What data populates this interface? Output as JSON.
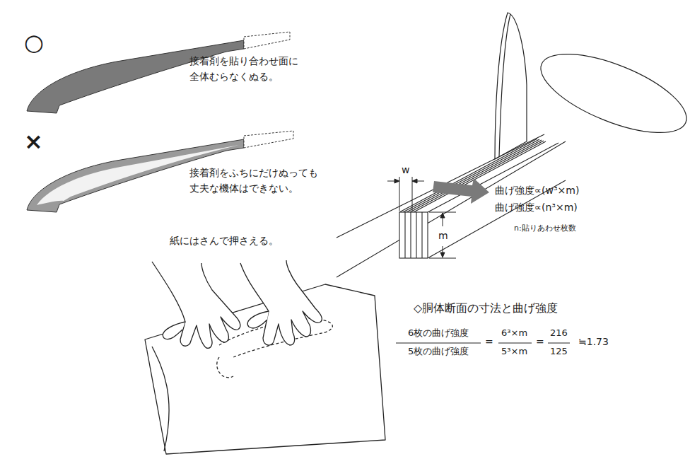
{
  "diagram": {
    "labels": [
      "○",
      "接着剤を貼り合わせ面に 全体むらなくぬる。",
      "×",
      "接着剤をふちにだけぬっても 丈夫な機体はできない。",
      "紙にはさんで押さえる。",
      "w",
      "m",
      "曲げ強度∝(w³×m)",
      "曲げ強度∝(n³×m)",
      "n:貼りあわせ枚数",
      "◇胴体断面の寸法と曲げ強度",
      "6枚の曲げ強度",
      "5枚の曲げ強度",
      "=",
      "6³×m",
      "5³×m",
      "=",
      "216",
      "125",
      "≒1.73"
    ]
  }
}
